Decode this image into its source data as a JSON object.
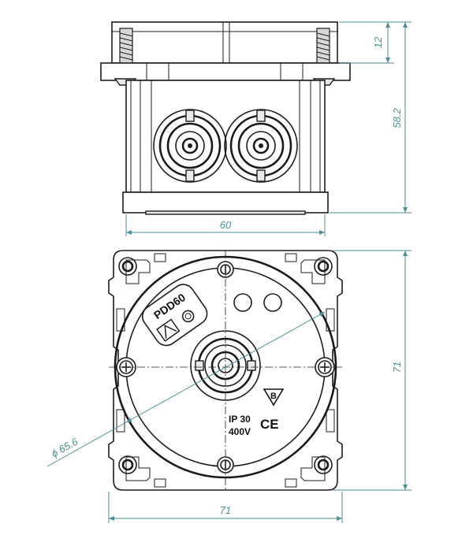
{
  "dimensions": {
    "flange_height": "12",
    "box_height": "58.2",
    "box_width_side": "60",
    "plate_height": "71",
    "plate_width": "71",
    "diameter": "ϕ 65.6"
  },
  "markings": {
    "model": "PDD60",
    "ip_rating": "IP 30",
    "voltage": "400V",
    "ce": "CE",
    "class_symbol": "B"
  },
  "colors": {
    "dimension_line": "#4e8f95",
    "outline": "#1e1e1e"
  },
  "icons": [
    "screw-icon",
    "ce-mark-icon",
    "b-class-triangle-icon",
    "manufacturer-logo-icon"
  ]
}
